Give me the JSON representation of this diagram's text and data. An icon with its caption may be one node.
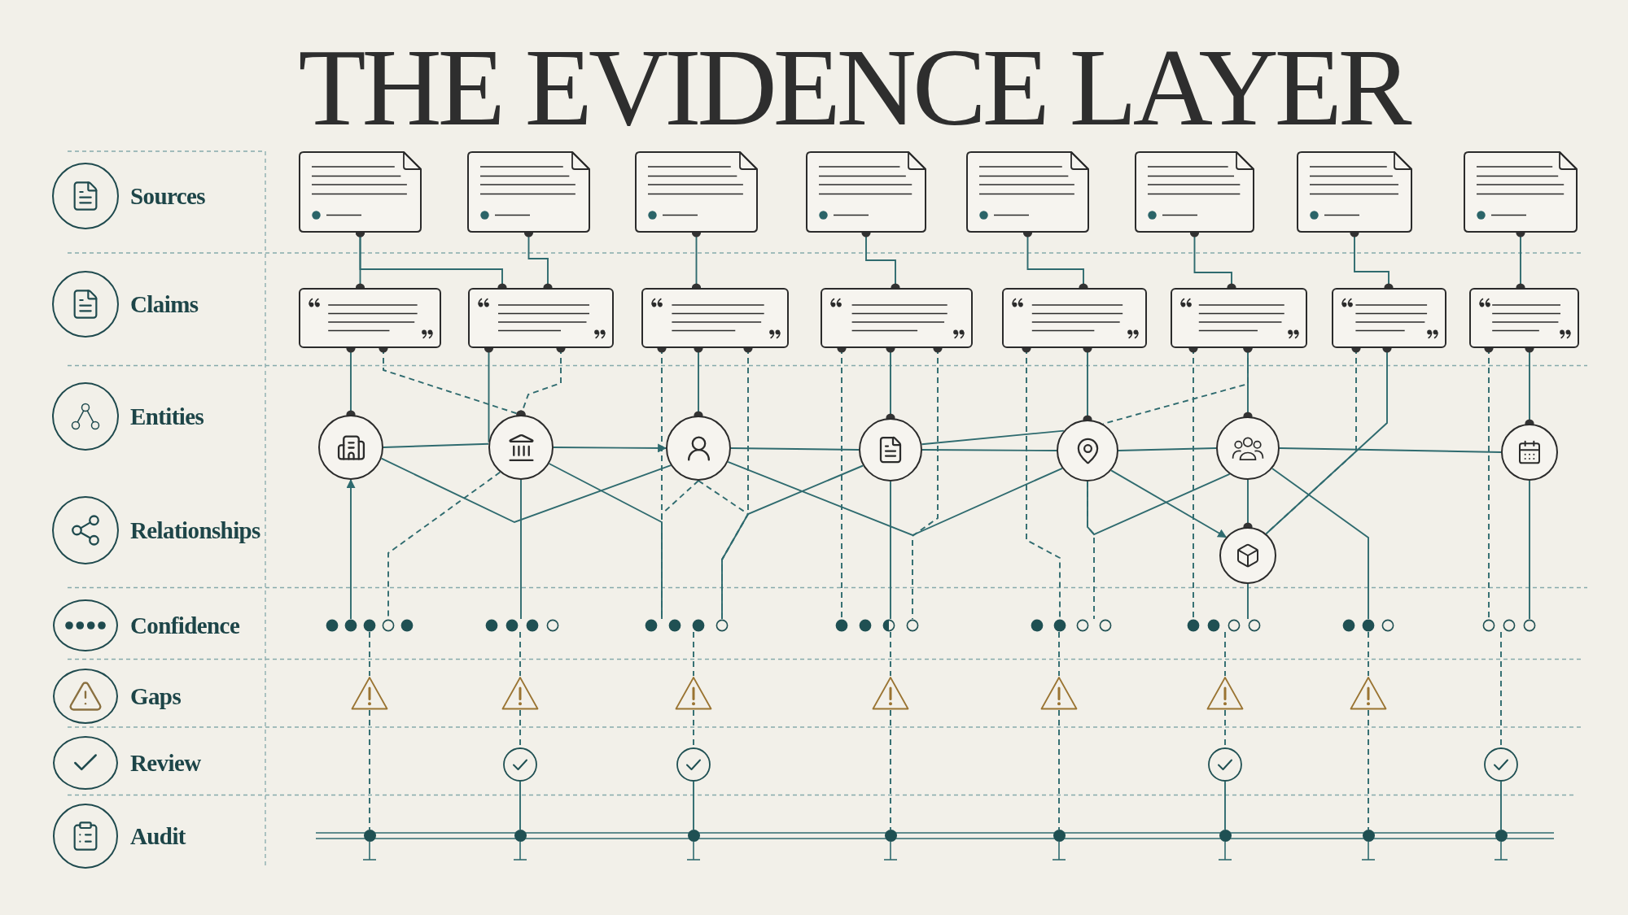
{
  "diagram": {
    "title": "THE EVIDENCE LAYER",
    "nodes": [
      {
        "text": [],
        "shape": "document"
      },
      {
        "text": [],
        "shape": "document"
      },
      {
        "text": [],
        "shape": "document"
      },
      {
        "text": [],
        "shape": "document"
      },
      {
        "text": [],
        "shape": "document"
      },
      {
        "text": [],
        "shape": "document"
      },
      {
        "text": [],
        "shape": "document"
      },
      {
        "text": [],
        "shape": "document"
      },
      {
        "text": [],
        "shape": "box"
      },
      {
        "text": [],
        "shape": "box"
      },
      {
        "text": [],
        "shape": "box"
      },
      {
        "text": [],
        "shape": "box"
      },
      {
        "text": [],
        "shape": "box"
      },
      {
        "text": [],
        "shape": "box"
      },
      {
        "text": [],
        "shape": "box"
      },
      {
        "text": [],
        "shape": "box"
      },
      {
        "text": [],
        "shape": "circle"
      },
      {
        "text": [],
        "shape": "circle"
      },
      {
        "text": [],
        "shape": "circle"
      },
      {
        "text": [],
        "shape": "circle"
      },
      {
        "text": [],
        "shape": "circle"
      },
      {
        "text": [],
        "shape": "circle"
      },
      {
        "text": [],
        "shape": "circle"
      },
      {
        "text": [],
        "shape": "circle"
      },
      {
        "text": [],
        "shape": "dots"
      },
      {
        "text": [],
        "shape": "dots"
      },
      {
        "text": [],
        "shape": "dots"
      },
      {
        "text": [],
        "shape": "dots"
      },
      {
        "text": [],
        "shape": "dots"
      },
      {
        "text": [],
        "shape": "dots"
      },
      {
        "text": [],
        "shape": "dots"
      },
      {
        "text": [],
        "shape": "dots"
      },
      {
        "text": [],
        "shape": "triangle"
      },
      {
        "text": [],
        "shape": "triangle"
      },
      {
        "text": [],
        "shape": "triangle"
      },
      {
        "text": [],
        "shape": "triangle"
      },
      {
        "text": [],
        "shape": "triangle"
      },
      {
        "text": [],
        "shape": "triangle"
      },
      {
        "text": [],
        "shape": "triangle"
      },
      {
        "text": [],
        "shape": "circle"
      },
      {
        "text": [],
        "shape": "circle"
      },
      {
        "text": [],
        "shape": "circle"
      },
      {
        "text": [],
        "shape": "circle"
      },
      {
        "text": [],
        "shape": "dot"
      },
      {
        "text": [],
        "shape": "dot"
      },
      {
        "text": [],
        "shape": "dot"
      },
      {
        "text": [],
        "shape": "dot"
      },
      {
        "text": [],
        "shape": "dot"
      },
      {
        "text": [],
        "shape": "dot"
      },
      {
        "text": [],
        "shape": "dot"
      },
      {
        "text": [],
        "shape": "dot"
      }
    ],
    "edges": [
      {
        "from": 0,
        "to": 8,
        "arrow": "other"
      },
      {
        "from": 0,
        "to": 9,
        "arrow": "other"
      },
      {
        "from": 1,
        "to": 9,
        "arrow": "other"
      },
      {
        "from": 2,
        "to": 10,
        "arrow": "other"
      },
      {
        "from": 3,
        "to": 11,
        "arrow": "other"
      },
      {
        "from": 4,
        "to": 12,
        "arrow": "other"
      },
      {
        "from": 5,
        "to": 13,
        "arrow": "other"
      },
      {
        "from": 6,
        "to": 14,
        "arrow": "other"
      },
      {
        "from": 7,
        "to": 15,
        "arrow": "other"
      },
      {
        "from": 8,
        "to": 16,
        "arrow": "other"
      },
      {
        "from": 8,
        "to": 17,
        "arrow": "other",
        "style": "dashed"
      },
      {
        "from": 9,
        "to": 17,
        "arrow": "other"
      },
      {
        "from": 9,
        "to": 17,
        "arrow": "other",
        "style": "dashed"
      },
      {
        "from": 10,
        "to": 26,
        "arrow": "other",
        "style": "dashed"
      },
      {
        "from": 10,
        "to": 18,
        "arrow": "other"
      },
      {
        "from": 10,
        "to": 26,
        "arrow": "other",
        "style": "dashed"
      },
      {
        "from": 11,
        "to": 27,
        "arrow": "other",
        "style": "dashed"
      },
      {
        "from": 11,
        "to": 19,
        "arrow": "other"
      },
      {
        "from": 11,
        "to": 27,
        "arrow": "other",
        "style": "dashed"
      },
      {
        "from": 12,
        "to": 28,
        "arrow": "other",
        "style": "dashed"
      },
      {
        "from": 12,
        "to": 20,
        "arrow": "other"
      },
      {
        "from": 13,
        "to": 29,
        "arrow": "other",
        "style": "dashed"
      },
      {
        "from": 13,
        "to": 21,
        "arrow": "other"
      },
      {
        "from": 13,
        "to": 20,
        "arrow": "other",
        "style": "dashed"
      },
      {
        "from": 14,
        "to": 23,
        "arrow": "other",
        "style": "dashed"
      },
      {
        "from": 14,
        "to": 23,
        "arrow": "other"
      },
      {
        "from": 15,
        "to": 31,
        "arrow": "other",
        "style": "dashed"
      },
      {
        "from": 15,
        "to": 22,
        "arrow": "other"
      },
      {
        "from": 16,
        "to": 17,
        "arrow": "none"
      },
      {
        "from": 16,
        "to": 18,
        "arrow": "none"
      },
      {
        "from": 17,
        "to": 18,
        "arrow": "to"
      },
      {
        "from": 18,
        "to": 19,
        "arrow": "none"
      },
      {
        "from": 18,
        "to": 20,
        "arrow": "none"
      },
      {
        "from": 19,
        "to": 20,
        "arrow": "none"
      },
      {
        "from": 19,
        "to": 20,
        "arrow": "none"
      },
      {
        "from": 20,
        "to": 21,
        "arrow": "none"
      },
      {
        "from": 20,
        "to": 21,
        "arrow": "none"
      },
      {
        "from": 20,
        "to": 23,
        "arrow": "to"
      },
      {
        "from": 21,
        "to": 22,
        "arrow": "none"
      },
      {
        "from": 21,
        "to": 23,
        "arrow": "other"
      },
      {
        "from": 24,
        "to": 16,
        "arrow": "to"
      },
      {
        "from": 17,
        "to": 24,
        "arrow": "none",
        "style": "dashed"
      },
      {
        "from": 17,
        "to": 25,
        "arrow": "none"
      },
      {
        "from": 17,
        "to": 26,
        "arrow": "none"
      },
      {
        "from": 18,
        "to": 26,
        "arrow": "none",
        "style": "dashed"
      },
      {
        "from": 18,
        "to": 26,
        "arrow": "none",
        "style": "dashed"
      },
      {
        "from": 19,
        "to": 26,
        "arrow": "none"
      },
      {
        "from": 19,
        "to": 27,
        "arrow": "none"
      },
      {
        "from": 20,
        "to": 28,
        "arrow": "none",
        "style": "dashed"
      },
      {
        "from": 21,
        "to": 30,
        "arrow": "none"
      },
      {
        "from": 23,
        "to": 29,
        "arrow": "none"
      },
      {
        "from": 22,
        "to": 31,
        "arrow": "none"
      },
      {
        "from": 24,
        "to": 32,
        "arrow": "none",
        "style": "dashed"
      },
      {
        "from": 25,
        "to": 33,
        "arrow": "none",
        "style": "dashed"
      },
      {
        "from": 26,
        "to": 34,
        "arrow": "none",
        "style": "dashed"
      },
      {
        "from": 27,
        "to": 35,
        "arrow": "none",
        "style": "dashed"
      },
      {
        "from": 28,
        "to": 36,
        "arrow": "none",
        "style": "dashed"
      },
      {
        "from": 29,
        "to": 37,
        "arrow": "none",
        "style": "dashed"
      },
      {
        "from": 30,
        "to": 38,
        "arrow": "none",
        "style": "dashed"
      },
      {
        "from": 31,
        "to": 42,
        "arrow": "none",
        "style": "dashed"
      },
      {
        "from": 32,
        "to": 43,
        "arrow": "none",
        "style": "dashed"
      },
      {
        "from": 33,
        "to": 39,
        "arrow": "none",
        "style": "dashed"
      },
      {
        "from": 34,
        "to": 40,
        "arrow": "none",
        "style": "dashed"
      },
      {
        "from": 35,
        "to": 46,
        "arrow": "none",
        "style": "dashed"
      },
      {
        "from": 36,
        "to": 47,
        "arrow": "none",
        "style": "dashed"
      },
      {
        "from": 37,
        "to": 41,
        "arrow": "none",
        "style": "dashed"
      },
      {
        "from": 38,
        "to": 49,
        "arrow": "none",
        "style": "dashed"
      },
      {
        "from": 39,
        "to": 44,
        "arrow": "none"
      },
      {
        "from": 40,
        "to": 45,
        "arrow": "none"
      },
      {
        "from": 41,
        "to": 48,
        "arrow": "none"
      },
      {
        "from": 42,
        "to": 50,
        "arrow": "none"
      }
    ],
    "labels": [
      "Sources",
      "Claims",
      "Entities",
      "Relationships",
      "Confidence",
      "Gaps",
      "Review",
      "Audit"
    ]
  }
}
